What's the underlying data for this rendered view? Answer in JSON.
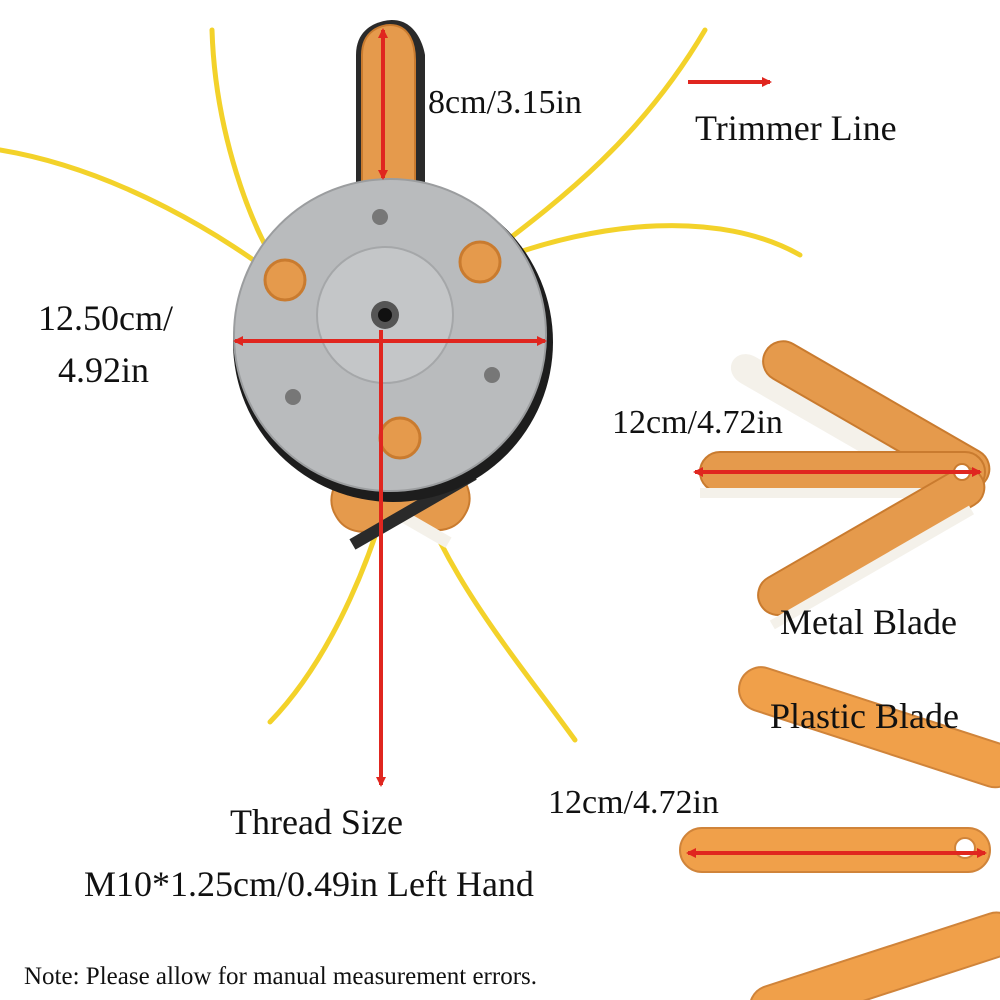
{
  "labels": {
    "blade_length": "8cm/3.15in",
    "trimmer_line": "Trimmer Line",
    "head_diameter_line1": "12.50cm/",
    "head_diameter_line2": "4.92in",
    "metal_blade_length": "12cm/4.72in",
    "metal_blade": "Metal Blade",
    "plastic_blade": "Plastic Blade",
    "plastic_blade_length": "12cm/4.72in",
    "thread_size": "Thread Size",
    "thread_spec": "M10*1.25cm/0.49in Left Hand",
    "note": "Note: Please allow for manual measurement errors."
  },
  "colors": {
    "blade_orange": "#e59a4c",
    "blade_edge": "#c97b2f",
    "housing_gray": "#b9bbbd",
    "line_yellow": "#f3d22a",
    "arrow_red": "#e0261f",
    "metal_teeth": "#2a2a2a"
  }
}
